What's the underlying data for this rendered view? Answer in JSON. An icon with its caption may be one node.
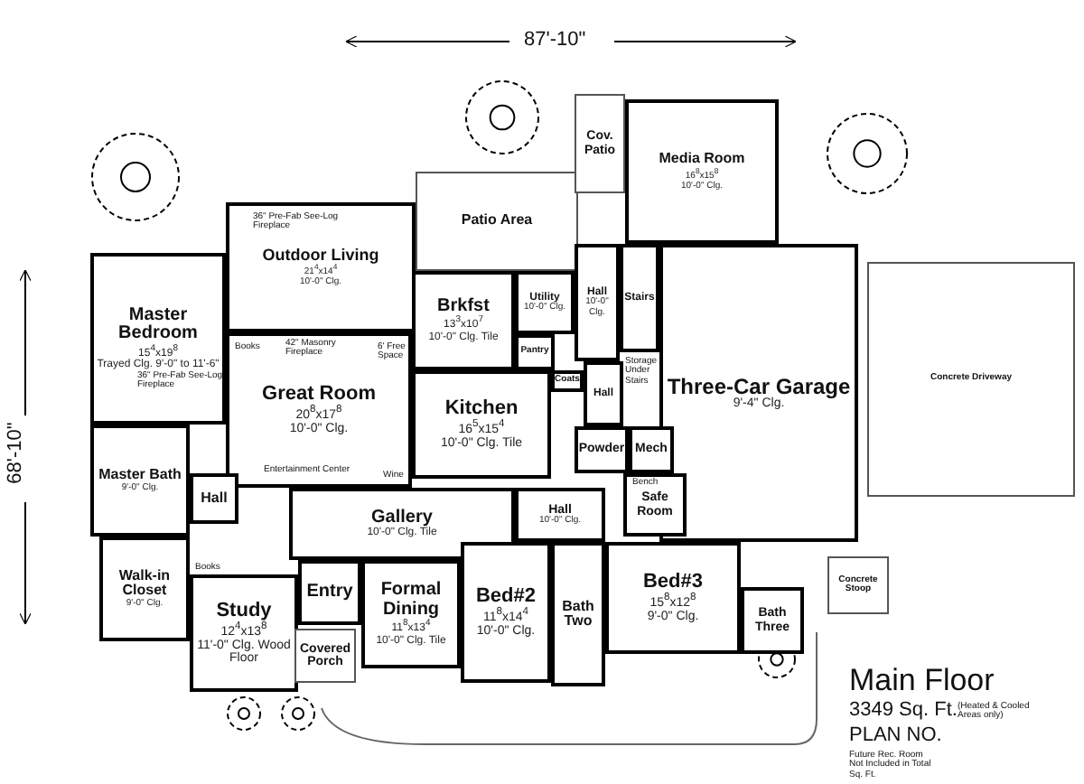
{
  "diagram": {
    "title": "Main Floor",
    "nodes": [
      {
        "text": [
          "Patio Area"
        ]
      },
      {
        "text": [
          "Cov. Patio"
        ]
      },
      {
        "text": [
          "Media Room",
          "16$^{8}$x15$^{8}$",
          "10'-0\" Clg."
        ]
      },
      {
        "text": [
          "Outdoor Living",
          "21$^{4}$x14$^{4}$",
          "10'-0\" Clg."
        ]
      },
      {
        "text": [
          "Master Bedroom",
          "15$^{4}$x19$^{8}$",
          "Trayed Clg. 9'-0\" to 11'-6\""
        ]
      },
      {
        "text": [
          "Brkfst",
          "13$^{3}$x10$^{7}$",
          "10'-0\" Clg. Tile"
        ]
      },
      {
        "text": [
          "Utility",
          "10'-0\" Clg."
        ]
      },
      {
        "text": [
          "Pantry"
        ]
      },
      {
        "text": [
          "Stairs"
        ]
      },
      {
        "text": [
          "Hall",
          "10'-0\" Clg."
        ]
      },
      {
        "text": [
          "Great Room",
          "20$^{8}$x17$^{8}$",
          "10'-0\" Clg."
        ]
      },
      {
        "text": [
          "Kitchen",
          "16$^{5}$x15$^{4}$",
          "10'-0\" Clg. Tile"
        ]
      },
      {
        "text": [
          "Coats"
        ]
      },
      {
        "text": [
          "Hall"
        ]
      },
      {
        "text": [
          "Three-Car Garage",
          "9'-4\" Clg."
        ]
      },
      {
        "text": [
          "Concrete Driveway"
        ]
      },
      {
        "text": [
          "Powder"
        ]
      },
      {
        "text": [
          "Mech"
        ]
      },
      {
        "text": [
          "Master Bath",
          "9'-0\" Clg."
        ]
      },
      {
        "text": [
          "Hall"
        ]
      },
      {
        "text": [
          "Safe Room"
        ]
      },
      {
        "text": [
          "Gallery",
          "10'-0\" Clg. Tile"
        ]
      },
      {
        "text": [
          "Hall",
          "10'-0\" Clg."
        ]
      },
      {
        "text": [
          "Walk-in Closet",
          "9'-0\" Clg."
        ]
      },
      {
        "text": [
          "Entry"
        ]
      },
      {
        "text": [
          "Formal Dining",
          "11$^{8}$x13$^{4}$",
          "10'-0\" Clg. Tile"
        ]
      },
      {
        "text": [
          "Bed#2",
          "11$^{8}$x14$^{4}$",
          "10'-0\" Clg."
        ]
      },
      {
        "text": [
          "Bed#3",
          "15$^{8}$x12$^{8}$",
          "9'-0\" Clg."
        ]
      },
      {
        "text": [
          "Study",
          "12$^{4}$x13$^{8}$",
          "11'-0\" Clg. Wood Floor"
        ]
      },
      {
        "text": [
          "Covered Porch"
        ]
      },
      {
        "text": [
          "Bath Two"
        ]
      },
      {
        "text": [
          "Bath Three"
        ]
      },
      {
        "text": [
          "Concrete Stoop"
        ]
      }
    ],
    "labels": [
      "87'-10\"",
      "68'-10\"",
      "36\" Pre-Fab See-Log Fireplace",
      "36\" Pre-Fab See-Log Fireplace",
      "Books",
      "42\" Masonry Fireplace",
      "6' Free Space",
      "Entertainment Center",
      "Storage Under Stairs",
      "Bench",
      "Wine",
      "Books",
      "3349 Sq. Ft.",
      "(Heated & Cooled Areas only)",
      "PLAN NO.",
      "Future Rec. Room Not Included in Total Sq. Ft."
    ]
  }
}
